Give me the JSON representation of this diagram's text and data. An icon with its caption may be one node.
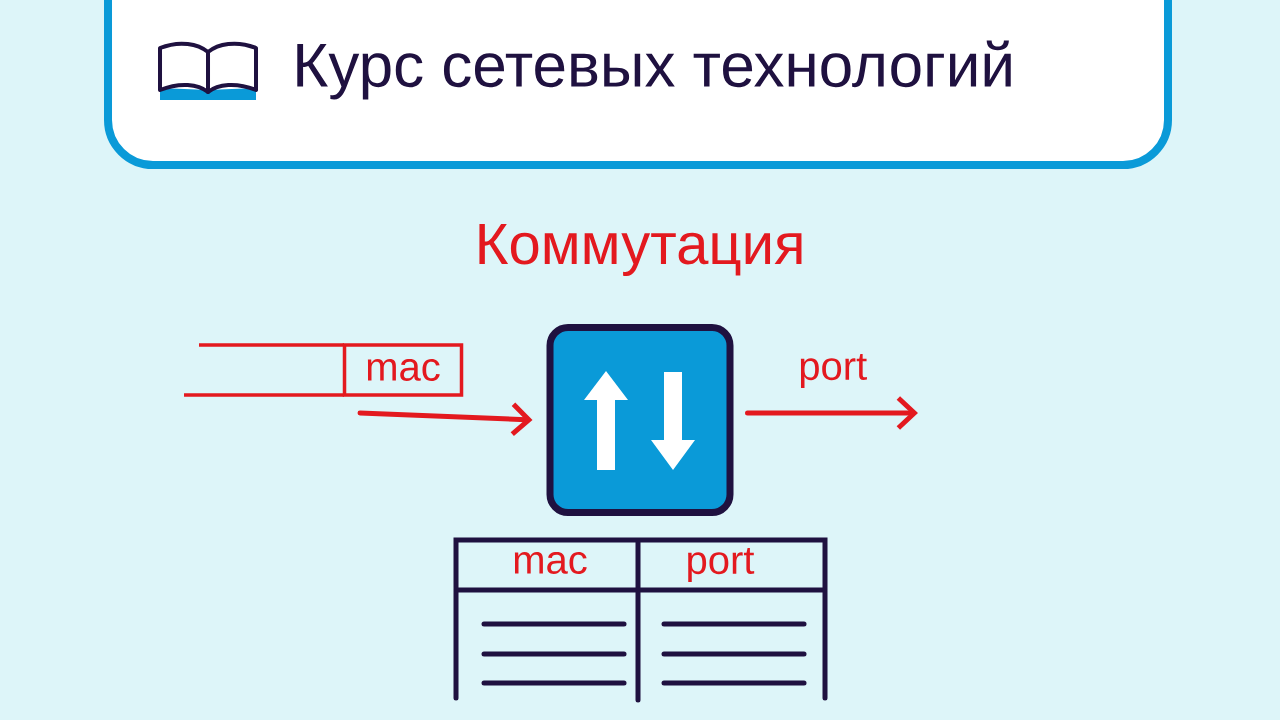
{
  "diagram": {
    "title": "Курс сетевых технологий",
    "nodes": [
      {
        "text": [
          "mac"
        ]
      },
      {
        "text": [],
        "shape": "box"
      }
    ],
    "edges": [
      {
        "from": null,
        "to": 1,
        "arrow": "to"
      },
      {
        "from": 1,
        "to": null,
        "arrow": "to",
        "label": "port"
      }
    ],
    "labels": [
      "Коммутация",
      "mac",
      "port"
    ]
  }
}
